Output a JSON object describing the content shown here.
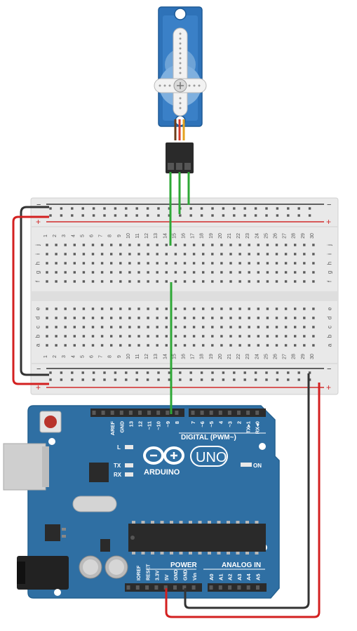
{
  "colors": {
    "background": "#ffffff",
    "breadboard": "#e9e9e9",
    "board": "#2f6fa3",
    "servo": "#2e72b8",
    "rail_red": "#d12a2a",
    "wire_red": "#d32020",
    "wire_black": "#333333",
    "wire_green": "#2ea836"
  },
  "breadboard": {
    "column_numbers": [
      "1",
      "2",
      "3",
      "4",
      "5",
      "6",
      "7",
      "8",
      "9",
      "10",
      "11",
      "12",
      "13",
      "14",
      "15",
      "16",
      "17",
      "18",
      "19",
      "20",
      "21",
      "22",
      "23",
      "24",
      "25",
      "26",
      "27",
      "28",
      "29",
      "30"
    ],
    "top_rows": [
      "j",
      "i",
      "h",
      "g",
      "f"
    ],
    "bottom_rows": [
      "e",
      "d",
      "c",
      "b",
      "a"
    ],
    "rail_plus": "+",
    "rail_minus": "−"
  },
  "arduino": {
    "brand": "ARDUINO",
    "model": "UNO",
    "digital_label": "DIGITAL (PWM~)",
    "power_label": "POWER",
    "analog_label": "ANALOG IN",
    "on_label": "ON",
    "led_labels": [
      "L",
      "TX",
      "RX"
    ],
    "digital_pins": [
      "AREF",
      "GND",
      "13",
      "12",
      "~11",
      "~10",
      "~9",
      "8",
      "7",
      "~6",
      "~5",
      "4",
      "~3",
      "2",
      "TX▸1",
      "RX◂0"
    ],
    "power_pins": [
      "IOREF",
      "RESET",
      "3.3V",
      "5V",
      "GND",
      "GND",
      "Vin"
    ],
    "analog_pins": [
      "A0",
      "A1",
      "A2",
      "A3",
      "A4",
      "A5"
    ]
  },
  "servo": {
    "name": "servo-motor"
  }
}
